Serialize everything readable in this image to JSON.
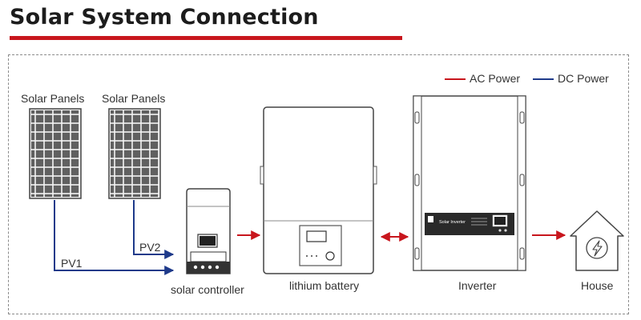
{
  "title": "Solar System Connection",
  "legend": {
    "ac_label": "AC Power",
    "dc_label": "DC Power",
    "ac_color": "#c8161d",
    "dc_color": "#1e3a8a"
  },
  "components": {
    "panel_1": "Solar Panels",
    "panel_2": "Solar Panels",
    "controller": "solar controller",
    "battery": "lithium battery",
    "inverter": "Inverter",
    "house": "House"
  },
  "wires": {
    "pv1": "PV1",
    "pv2": "PV2"
  },
  "inverter_brand": "Solar Inverter",
  "icons": [
    "solar-panel-icon",
    "controller-icon",
    "battery-icon",
    "inverter-icon",
    "house-lightning-icon",
    "arrow-right-icon",
    "double-arrow-icon"
  ]
}
